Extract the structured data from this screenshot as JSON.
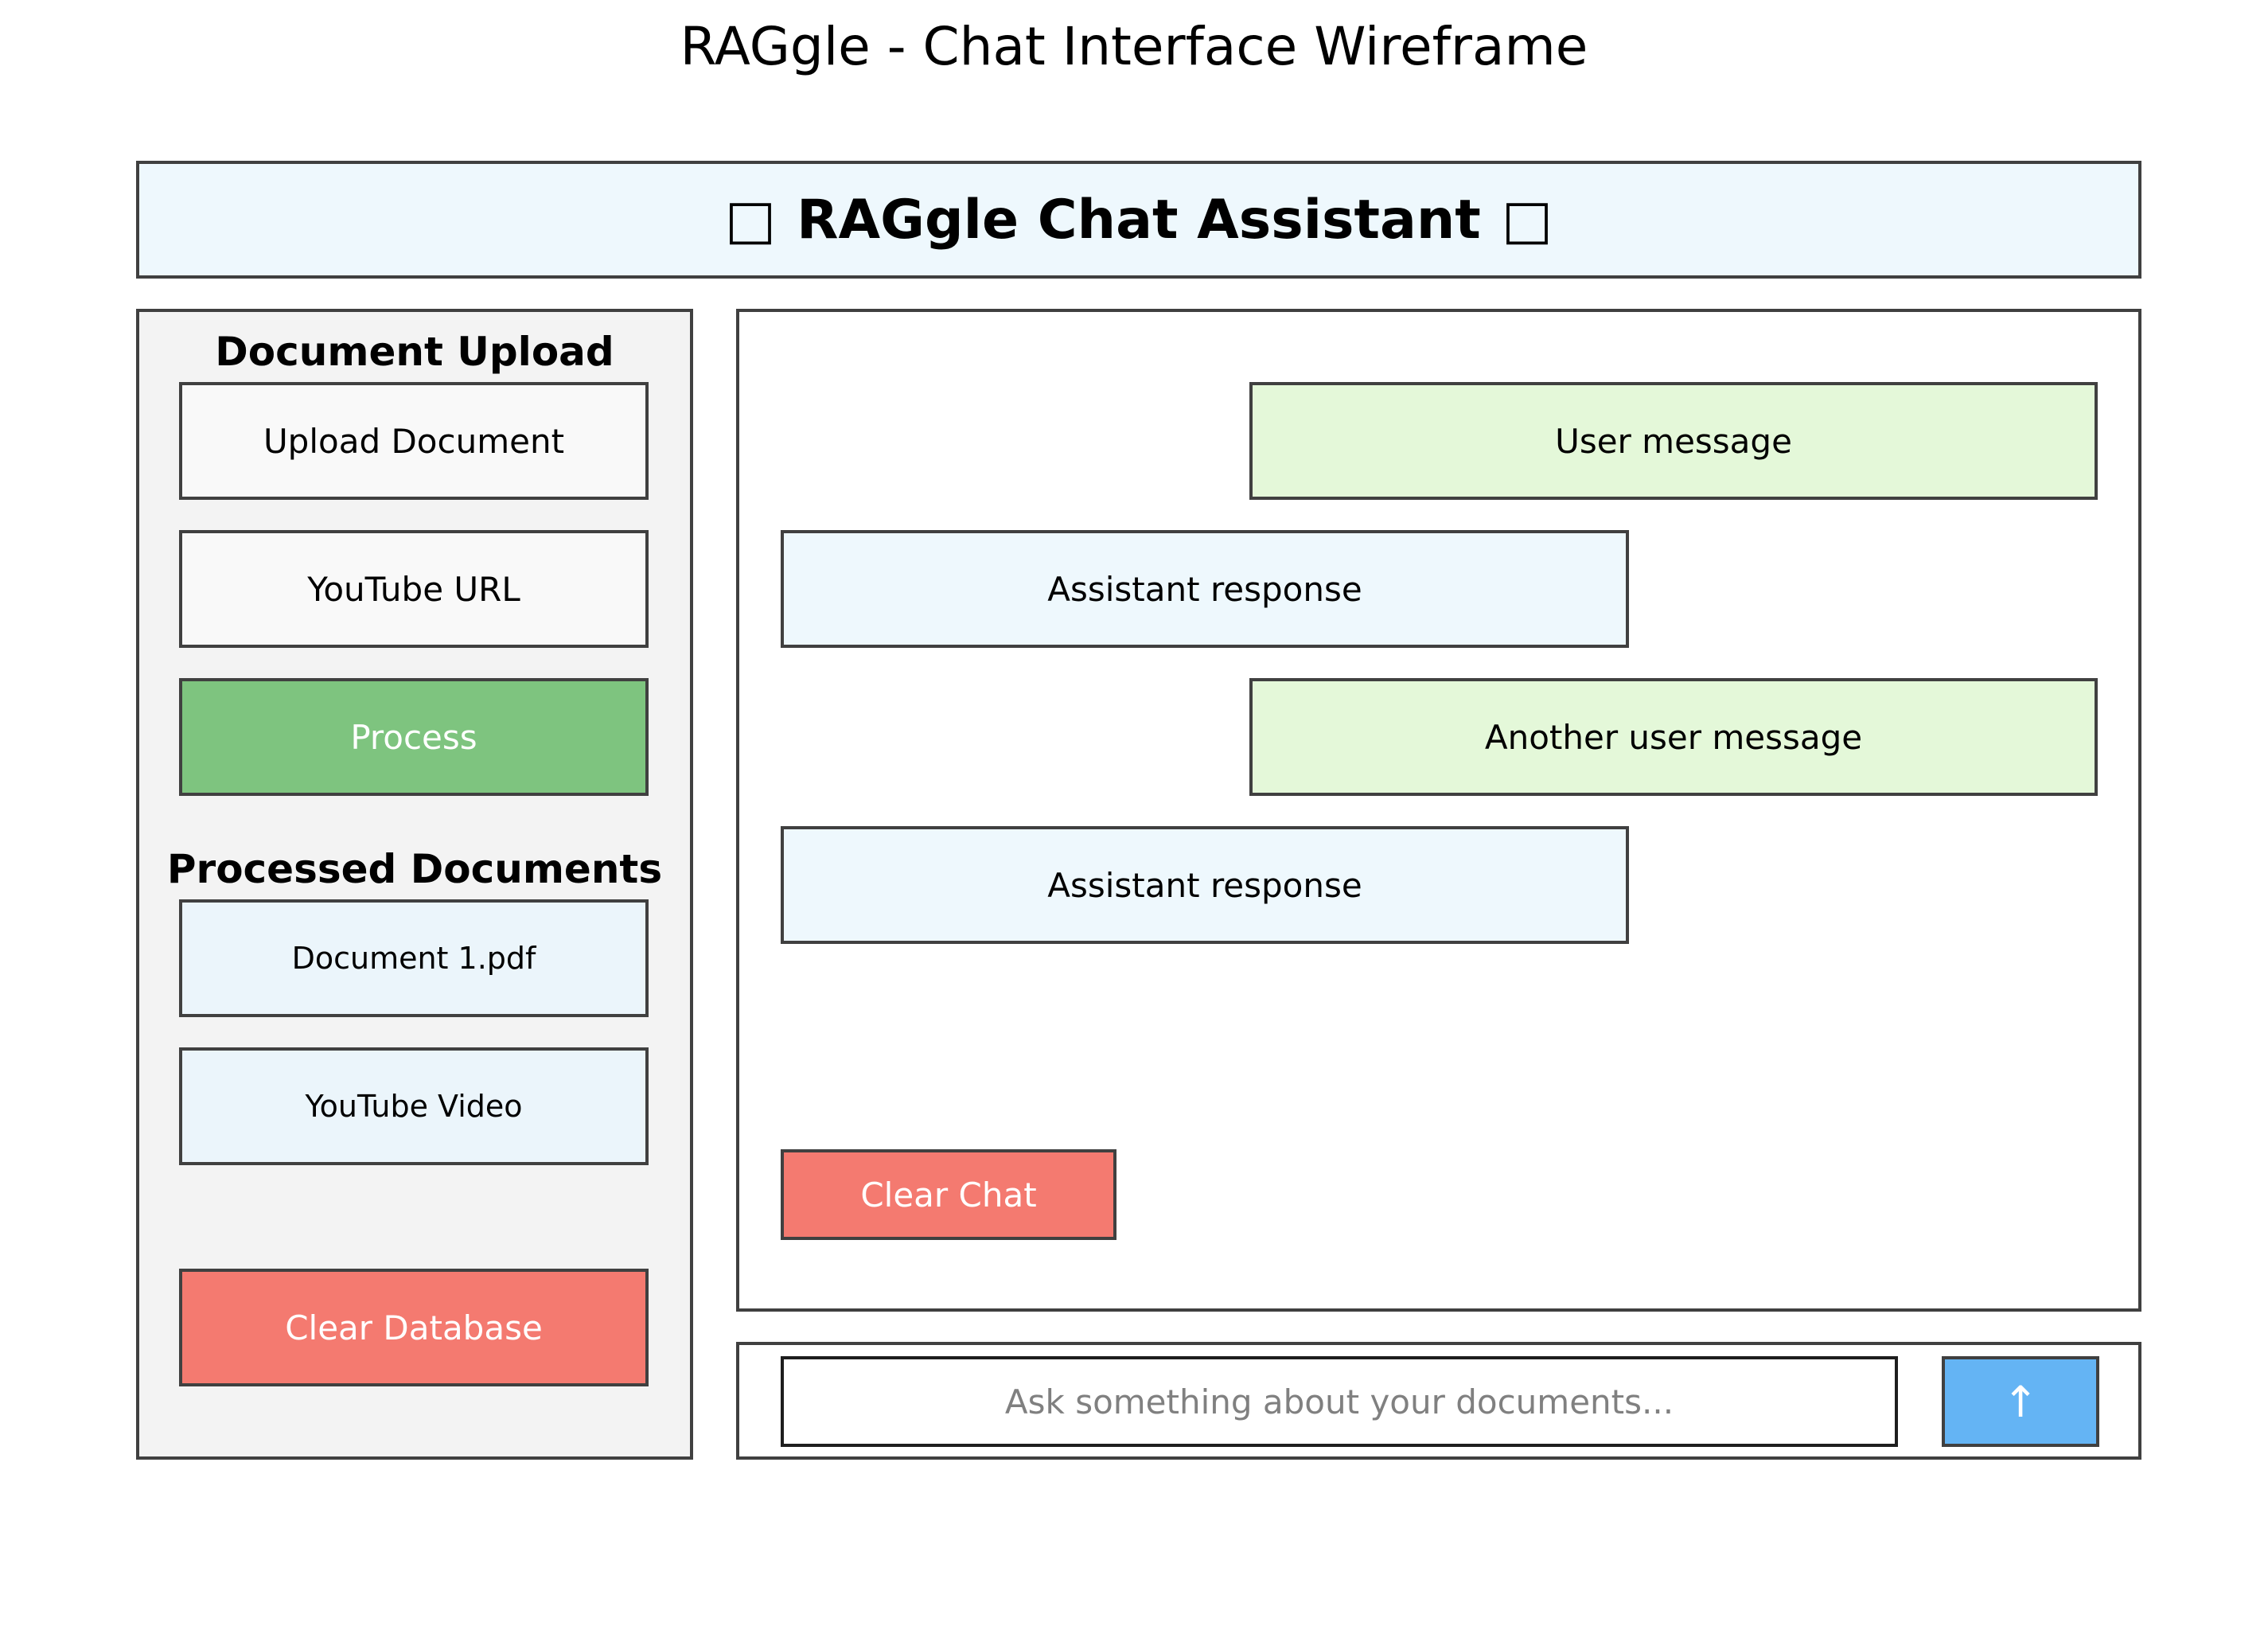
{
  "page_title": "RAGgle - Chat Interface Wireframe",
  "header": {
    "title": "RAGgle Chat Assistant",
    "left_glyph": "□",
    "right_glyph": "□"
  },
  "sidebar": {
    "upload_heading": "Document Upload",
    "upload_document_label": "Upload Document",
    "youtube_url_label": "YouTube URL",
    "process_label": "Process",
    "processed_heading": "Processed Documents",
    "documents": [
      {
        "name": "Document 1.pdf"
      },
      {
        "name": "YouTube Video"
      }
    ],
    "clear_database_label": "Clear Database"
  },
  "chat": {
    "messages": [
      {
        "role": "user",
        "text": "User message"
      },
      {
        "role": "assistant",
        "text": "Assistant response"
      },
      {
        "role": "user",
        "text": "Another user message"
      },
      {
        "role": "assistant",
        "text": "Assistant response"
      }
    ],
    "clear_chat_label": "Clear Chat"
  },
  "input": {
    "value": "",
    "placeholder": "Ask something about your documents...",
    "send_icon": "↑"
  },
  "colors": {
    "header_bg": "#eef8fd",
    "sidebar_bg": "#f3f3f3",
    "process_green": "#7ec47f",
    "danger_red": "#f47a70",
    "user_bubble": "#e4f8d9",
    "assistant_bubble": "#eef8fd",
    "send_blue": "#64b4f4"
  }
}
